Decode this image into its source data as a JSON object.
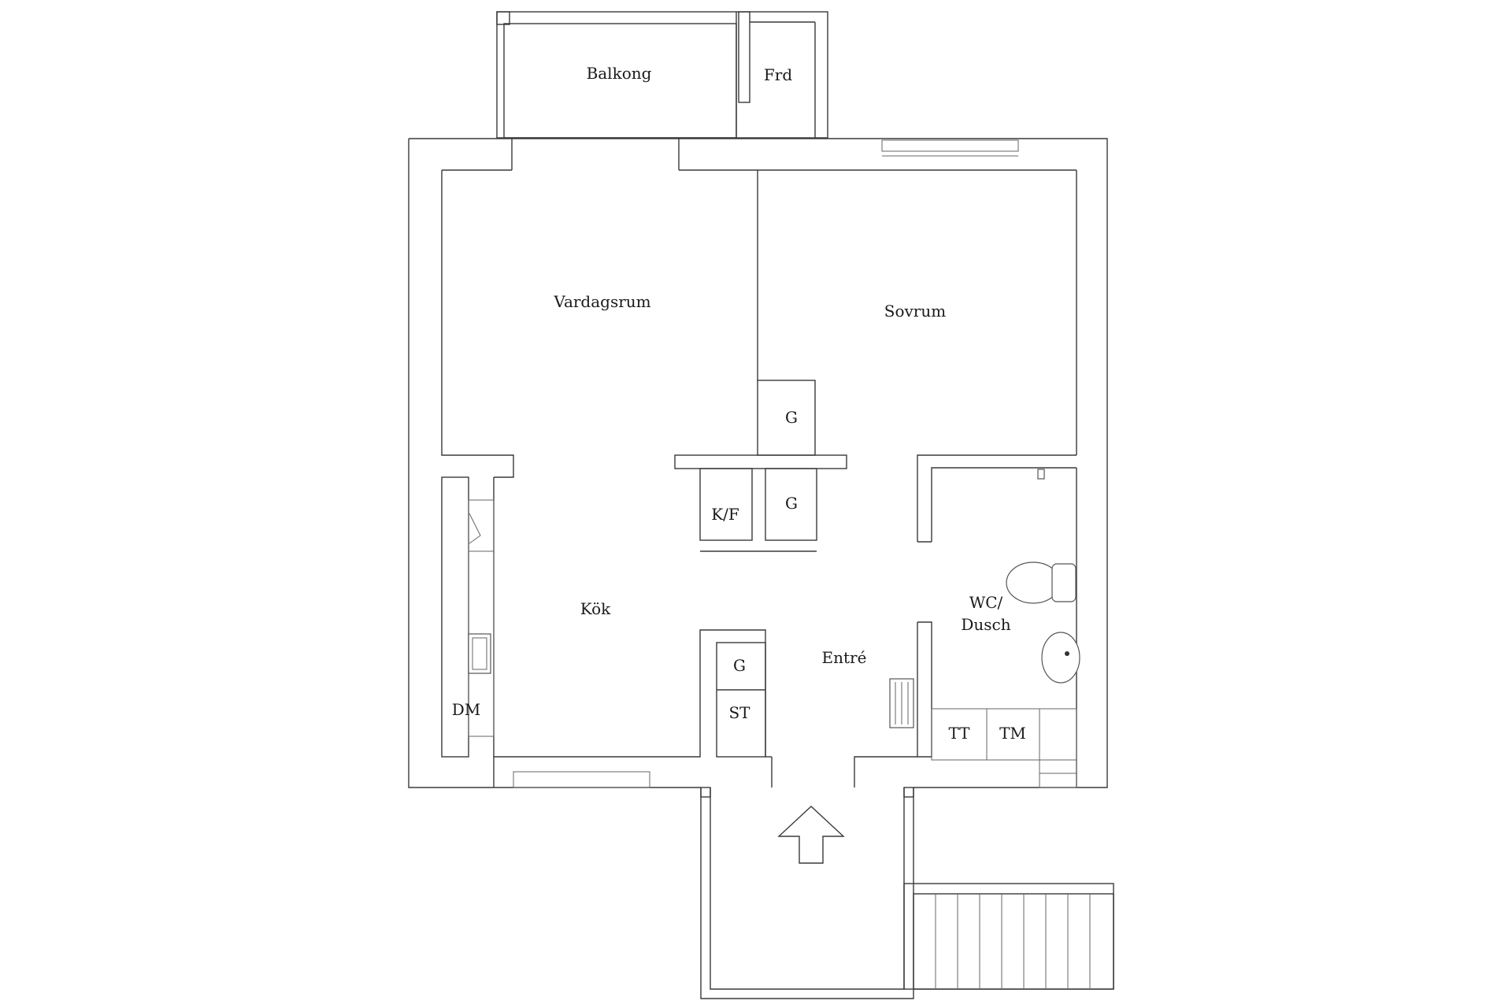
{
  "rooms": {
    "balkong": "Balkong",
    "frd": "Frd",
    "vardagsrum": "Vardagsrum",
    "sovrum": "Sovrum",
    "kok": "Kök",
    "entre": "Entré",
    "wc_line1": "WC/",
    "wc_line2": "Dusch"
  },
  "fixtures": {
    "g_bedroom": "G",
    "g_center": "G",
    "kf": "K/F",
    "g_entry": "G",
    "st": "ST",
    "dm": "DM",
    "tt": "TT",
    "tm": "TM"
  }
}
